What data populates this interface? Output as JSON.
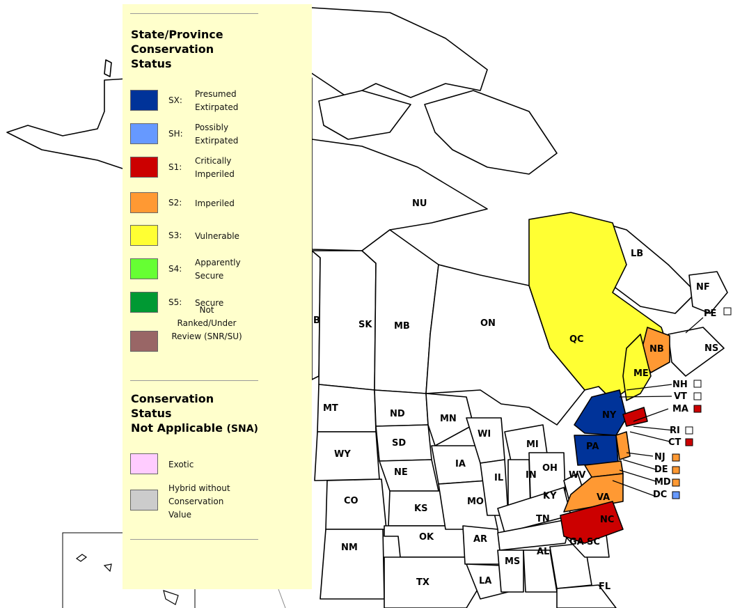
{
  "legend": {
    "title_lines": [
      "State/Province",
      "Conservation",
      "Status"
    ],
    "items": [
      {
        "code": "SX:",
        "desc_lines": [
          "Presumed",
          "Extirpated"
        ],
        "color": "#003399"
      },
      {
        "code": "SH:",
        "desc_lines": [
          "Possibly",
          "Extirpated"
        ],
        "color": "#6699ff"
      },
      {
        "code": "S1:",
        "desc_lines": [
          "Critically",
          "Imperiled"
        ],
        "color": "#cc0000"
      },
      {
        "code": "S2:",
        "desc_lines": [
          "Imperiled"
        ],
        "color": "#ff9933"
      },
      {
        "code": "S3:",
        "desc_lines": [
          "Vulnerable"
        ],
        "color": "#ffff33"
      },
      {
        "code": "S4:",
        "desc_lines": [
          "Apparently",
          "Secure"
        ],
        "color": "#66ff33"
      },
      {
        "code": "S5:",
        "desc_lines": [
          "Secure"
        ],
        "color": "#009933"
      },
      {
        "code": "",
        "desc_lines": [
          "Not",
          "Ranked/Under",
          "Review (SNR/SU)"
        ],
        "color": "#996666"
      }
    ],
    "sna_title_lines": [
      "Conservation",
      "Status",
      "Not Applicable"
    ],
    "sna_code": "(SNA)",
    "sna_items": [
      {
        "desc_lines": [
          "Exotic"
        ],
        "color": "#ffccff"
      },
      {
        "desc_lines": [
          "Hybrid without",
          "Conservation",
          "Value"
        ],
        "color": "#cccccc"
      }
    ]
  },
  "map": {
    "colors": {
      "outline": "#000000",
      "base": "#ffffff"
    },
    "region_labels": [
      "NU",
      "LB",
      "NF",
      "PE",
      "QC",
      "NS",
      "SK",
      "MB",
      "ON",
      "NB",
      "ME",
      "NH",
      "VT",
      "MA",
      "MT",
      "ND",
      "MN",
      "NY",
      "RI",
      "CT",
      "WI",
      "MI",
      "NJ",
      "DE",
      "MD",
      "DC",
      "SD",
      "PA",
      "WY",
      "IA",
      "OH",
      "NE",
      "IN",
      "IL",
      "WV",
      "VA",
      "CO",
      "KS",
      "MO",
      "KY",
      "NC",
      "TN",
      "SC",
      "OK",
      "AR",
      "GA",
      "NM",
      "AL",
      "MS",
      "TX",
      "LA",
      "FL",
      "B"
    ],
    "status": {
      "QC": "S3",
      "ME": "S3",
      "NB": "S2",
      "NY": "SX",
      "PA": "SX",
      "MA": "S1",
      "NC": "S1",
      "VA": "S2",
      "NJ": "S2",
      "DE": "S2",
      "MD": "S2"
    },
    "inset_status": {
      "PE": "none",
      "NH": "none",
      "VT": "none",
      "MA": "S1",
      "RI": "none",
      "CT": "S1",
      "NJ": "S2",
      "DE": "S2",
      "MD": "S2",
      "DC": "SH"
    }
  }
}
